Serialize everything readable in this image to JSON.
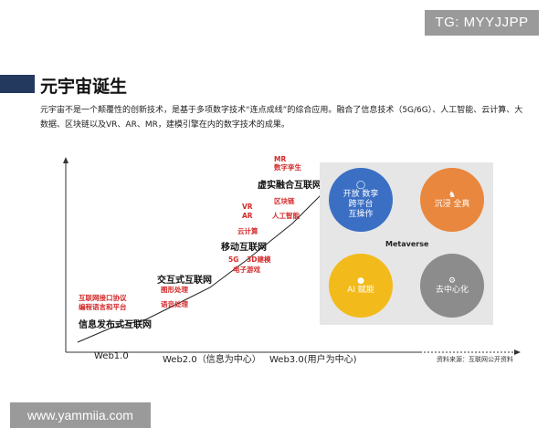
{
  "watermark_tg": "TG: MYYJJPP",
  "watermark_url": "www.yammiia.com",
  "section_title": "元宇宙诞生",
  "description": "元宇宙不是一个颠覆性的创新技术，是基于多项数字技术“连点成线”的综合应用。融合了信息技术（5G/6G）、人工智能、云计算、大数据、区块链以及VR、AR、MR，建模引擎在内的数字技术的成果。",
  "stages": {
    "s1": "信息发布式互联网",
    "s2": "交互式互联网",
    "s3": "移动互联网",
    "s4": "虚实融合互联网"
  },
  "techs": {
    "t1": "互联网接口协议",
    "t2": "编程语言和平台",
    "t3": "图形处理",
    "t4": "语音处理",
    "t5": "5G",
    "t6": "3D建模",
    "t7": "电子游戏",
    "t8": "云计算",
    "t9": "VR",
    "t10": "AR",
    "t11": "区块链",
    "t12": "人工智能",
    "t13": "MR",
    "t14": "数字孪生"
  },
  "x_axis": {
    "web1": "Web1.0",
    "web2": "Web2.0（信息为中心）",
    "web3": "Web3.0(用户为中心)"
  },
  "source": "资料来源：互联网公开资料",
  "metaverse": {
    "center": "Metaverse",
    "q1": "开放 数孪\n跨平台\n互操作",
    "q2": "沉浸 全真",
    "q3": "AI 赋能",
    "q4": "去中心化",
    "colors": {
      "q1": "#3b6fc4",
      "q2": "#e9873e",
      "q3": "#f2bb1b",
      "q4": "#8c8c8c"
    },
    "icons": {
      "q1": "bulb-icon",
      "q2": "chess-knight-icon",
      "q3": "lightbulb-icon",
      "q4": "gear-icon"
    }
  }
}
